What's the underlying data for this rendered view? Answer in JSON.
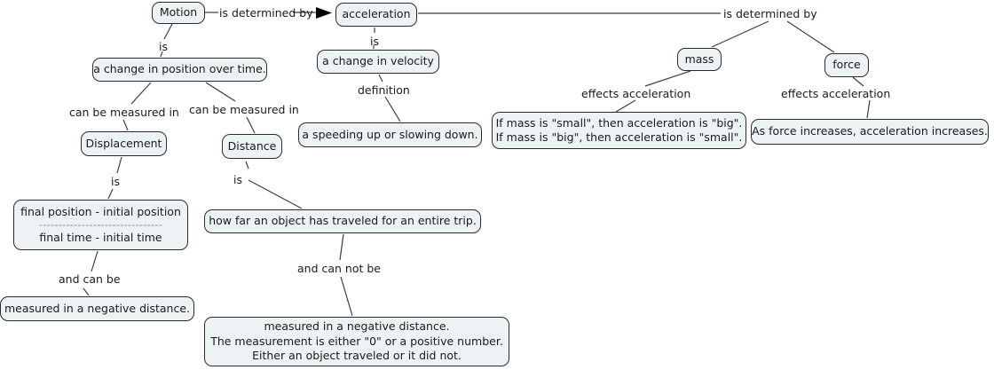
{
  "palette": {
    "node_fill": "#edf3f5",
    "node_border": "#2b2b2b",
    "line_color": "#3d3d3d",
    "text_color": "#1a1a1a",
    "background": "#ffffff"
  },
  "nodes": {
    "motion": {
      "label": "Motion"
    },
    "acceleration": {
      "label": "acceleration"
    },
    "change_position": {
      "label": "a change in position over time."
    },
    "change_velocity": {
      "label": "a change in velocity"
    },
    "speeding": {
      "label": "a speeding up or slowing down."
    },
    "displacement": {
      "label": "Displacement"
    },
    "distance": {
      "label": "Distance"
    },
    "mass": {
      "label": "mass"
    },
    "force": {
      "label": "force"
    },
    "mass_rule": {
      "lines": [
        "If mass is \"small\", then acceleration is \"big\".",
        "If mass is \"big\", then acceleration is \"small\"."
      ]
    },
    "force_rule": {
      "label": "As force increases, acceleration increases."
    },
    "formula": {
      "lines": [
        "final position - initial position",
        "--------------------------------",
        "final time - initial time"
      ]
    },
    "neg_distance": {
      "label": "measured in a negative distance."
    },
    "how_far": {
      "label": "how far an object has traveled for an entire trip."
    },
    "not_negative": {
      "lines": [
        "measured in a negative distance.",
        "The measurement is either \"0\" or a positive number.",
        "Either an object traveled or it did not."
      ]
    }
  },
  "links": {
    "is_determined_by_1": "is determined by",
    "is_determined_by_2": "is determined by",
    "is_motion": "is",
    "is_acceleration": "is",
    "definition": "definition",
    "can_be_measured_left": "can be measured in",
    "can_be_measured_right": "can be measured in",
    "is_displacement": "is",
    "is_distance": "is",
    "and_can_be": "and can be",
    "and_can_not_be": "and can not be",
    "effects_acceleration_mass": "effects acceleration",
    "effects_acceleration_force": "effects acceleration"
  }
}
